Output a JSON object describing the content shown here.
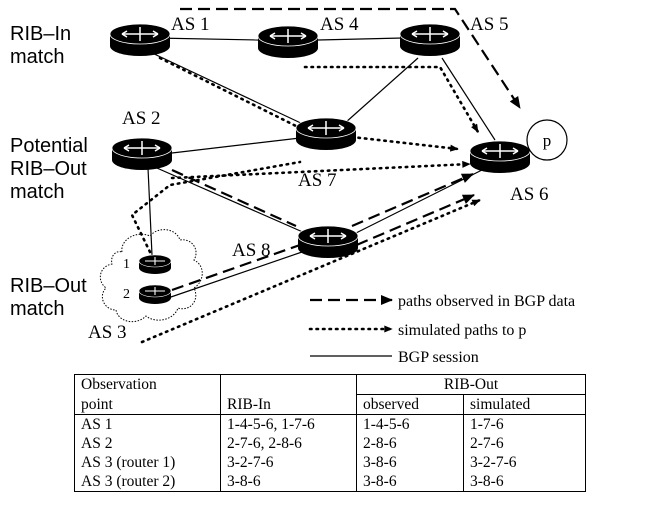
{
  "nodes": {
    "as1": "AS 1",
    "as2": "AS 2",
    "as3": "AS 3",
    "as4": "AS 4",
    "as5": "AS 5",
    "as6": "AS 6",
    "as7": "AS 7",
    "as8": "AS 8",
    "router1": "1",
    "router2": "2",
    "prefix": "p"
  },
  "side_labels": {
    "ribin_line1": "RIB–In",
    "ribin_line2": "match",
    "potential_line1": "Potential",
    "potential_line2": "RIB–Out",
    "potential_line3": "match",
    "ribout_line1": "RIB–Out",
    "ribout_line2": "match"
  },
  "legend": {
    "dashed": "paths observed in BGP data",
    "dotted": "simulated paths to p",
    "solid": "BGP session"
  },
  "table": {
    "col0_head": [
      "Observation",
      "point"
    ],
    "col1_head": "RIB-In",
    "ribout_head": "RIB-Out",
    "observed_head": "observed",
    "simulated_head": "simulated",
    "rows": [
      [
        "AS 1",
        "1-4-5-6, 1-7-6",
        "1-4-5-6",
        "1-7-6"
      ],
      [
        "AS 2",
        "2-7-6, 2-8-6",
        "2-8-6",
        "2-7-6"
      ],
      [
        "AS 3 (router 1)",
        "3-2-7-6",
        "3-8-6",
        "3-2-7-6"
      ],
      [
        "AS 3 (router 2)",
        "3-8-6",
        "3-8-6",
        "3-8-6"
      ]
    ]
  }
}
